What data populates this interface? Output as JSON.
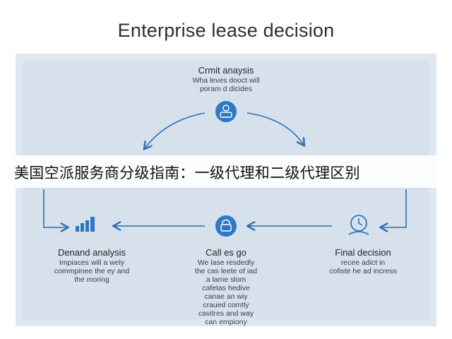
{
  "title": "Enterprise lease decision",
  "nodes": {
    "credit": {
      "title": "Crmit anaysis",
      "desc": "Wha leves dooct will\nporam d dicides"
    },
    "demand": {
      "title": "Denand analysis",
      "desc": "Impiaces will a wely\ncommpinee the ey and\nthe moring"
    },
    "call": {
      "title": "Call es go",
      "desc": "We lase resdedly\nthe cas leete of iad\na lame slom\ncafetas hedive\ncanae an wiy\ncraued comtly\ncavitres and way\ncan empiony"
    },
    "final": {
      "title": "Final decision",
      "desc": "recee adict in\ncofiste he ad incress"
    }
  },
  "banner": {
    "text": "美国空派服务商分级指南：一级代理和二级代理区别"
  },
  "colors": {
    "accent": "#2a6fb5",
    "icon_circle": "#2e78c4",
    "panel": "#d6e1ec",
    "text": "#22262c"
  },
  "icons": {
    "credit": "user-icon",
    "demand": "bar-chart-icon",
    "call": "lock-icon",
    "final": "clock-icon"
  }
}
